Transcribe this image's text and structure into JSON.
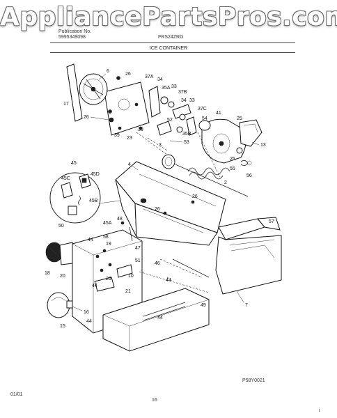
{
  "watermark": "AppliancePartsPros.com",
  "header": {
    "left_line1": "Publication No.",
    "left_line2": "5995349098",
    "model": "FRS24ZRG",
    "section": "ICE CONTAINER"
  },
  "footer": {
    "date": "01/01",
    "page": "16",
    "figure_code": "P58Y0021",
    "corner_mark": "i"
  },
  "callouts": {
    "c6": "6",
    "c26a": "26",
    "c17": "17",
    "c26b": "26",
    "c39a": "39",
    "c23": "23",
    "c39b": "39",
    "c37a": "37A",
    "c34a": "34",
    "c33a": "33",
    "c35a": "35A",
    "c37b": "37B",
    "c34b": "34",
    "c33b": "33",
    "c52": "52",
    "c37c": "37C",
    "c54": "54",
    "c41": "41",
    "c25a": "25",
    "c35b": "35B",
    "c53": "53",
    "c13": "13",
    "c25b": "25",
    "c55": "55",
    "c56": "56",
    "c3": "3",
    "c4": "4",
    "c2": "2",
    "c26c": "26",
    "c26d": "26",
    "c57": "57",
    "c45": "45",
    "c45d": "45D",
    "c45c": "45C",
    "c45b": "45B",
    "c45a": "45A",
    "c50": "50",
    "c48": "48",
    "c47": "47",
    "c44a": "44",
    "c58": "58",
    "c19": "19",
    "c46": "46",
    "c18": "18",
    "c20": "20",
    "c51": "51",
    "c44b": "44",
    "c26e": "26",
    "c10": "10",
    "c21": "21",
    "c44c": "44",
    "c49": "49",
    "c7": "7",
    "c16": "16",
    "c15": "15",
    "c44d": "44",
    "c44e": "44"
  }
}
